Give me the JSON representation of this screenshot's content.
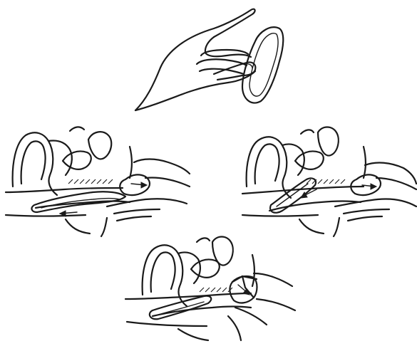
{
  "figure": {
    "panels": [
      {
        "id": "fold",
        "subject": "hand-folding-diaphragm"
      },
      {
        "id": "insert",
        "subject": "cross-section-insertion"
      },
      {
        "id": "push",
        "subject": "cross-section-pushing-into-place"
      },
      {
        "id": "check",
        "subject": "cross-section-checking-position"
      }
    ]
  }
}
